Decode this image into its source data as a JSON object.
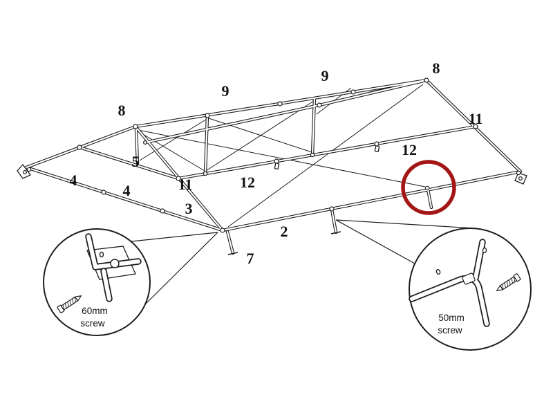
{
  "colors": {
    "line": "#1c1c1c",
    "highlight": "#a31616",
    "background": "#ffffff"
  },
  "part_labels": [
    {
      "name": "rafter-8-left",
      "text": "8"
    },
    {
      "name": "ridge-9-left",
      "text": "9"
    },
    {
      "name": "ridge-9-right",
      "text": "9"
    },
    {
      "name": "rafter-8-right",
      "text": "8"
    },
    {
      "name": "hip-11-right",
      "text": "11"
    },
    {
      "name": "purlin-12-right",
      "text": "12"
    },
    {
      "name": "post-5",
      "text": "5"
    },
    {
      "name": "eave-4-upper",
      "text": "4"
    },
    {
      "name": "eave-4-lower",
      "text": "4"
    },
    {
      "name": "hip-11-left",
      "text": "11"
    },
    {
      "name": "purlin-12-left",
      "text": "12"
    },
    {
      "name": "eave-3",
      "text": "3"
    },
    {
      "name": "eave-2",
      "text": "2"
    },
    {
      "name": "leg-7",
      "text": "7"
    }
  ],
  "callouts": {
    "left": {
      "line1": "60mm",
      "line2": "screw"
    },
    "right": {
      "line1": "50mm",
      "line2": "screw"
    }
  }
}
